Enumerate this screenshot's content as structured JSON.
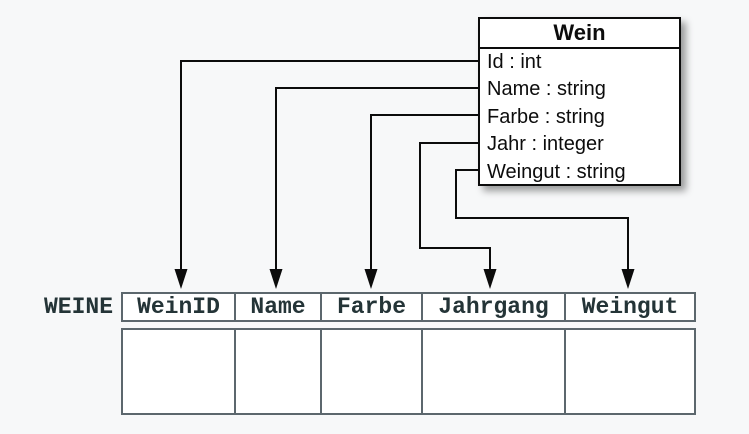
{
  "diagram": {
    "class_box": {
      "title": "Wein",
      "attributes": [
        "Id : int",
        "Name : string",
        "Farbe : string",
        "Jahr : integer",
        "Weingut : string"
      ]
    },
    "table": {
      "label": "WEINE",
      "columns": [
        "WeinID",
        "Name",
        "Farbe",
        "Jahrgang",
        "Weingut"
      ],
      "body_row": [
        "",
        "",
        "",
        "",
        ""
      ]
    },
    "mappings": [
      {
        "from": "Id",
        "to": "WeinID"
      },
      {
        "from": "Name",
        "to": "Name"
      },
      {
        "from": "Farbe",
        "to": "Farbe"
      },
      {
        "from": "Jahr",
        "to": "Jahrgang"
      },
      {
        "from": "Weingut",
        "to": "Weingut"
      }
    ],
    "colors": {
      "background": "#f7f8f9",
      "class_box_border": "#0c0c0c",
      "class_box_fill": "#ffffff",
      "arrow": "#0c0c0c",
      "table_border": "#5c676d",
      "table_text": "#243437",
      "table_fill": "#ffffff"
    }
  }
}
